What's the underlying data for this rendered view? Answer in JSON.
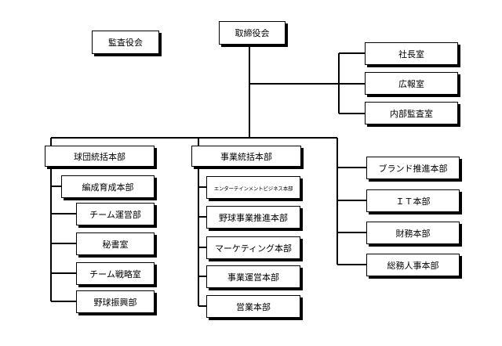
{
  "org": {
    "board": "取締役会",
    "auditors": "監査役会",
    "staff": [
      "社長室",
      "広報室",
      "内部監査室"
    ],
    "team_hq": "球団統括本部",
    "team_depts": [
      "編成育成本部",
      "チーム運営部",
      "秘書室",
      "チーム戦略室",
      "野球振興部"
    ],
    "business_hq": "事業統括本部",
    "business_depts": [
      "エンターテインメントビジネス本部",
      "野球事業推進本部",
      "マーケティング本部",
      "事業運営本部",
      "営業本部"
    ],
    "independent_depts": [
      "ブランド推進本部",
      "ＩＴ本部",
      "財務本部",
      "総務人事本部"
    ]
  }
}
